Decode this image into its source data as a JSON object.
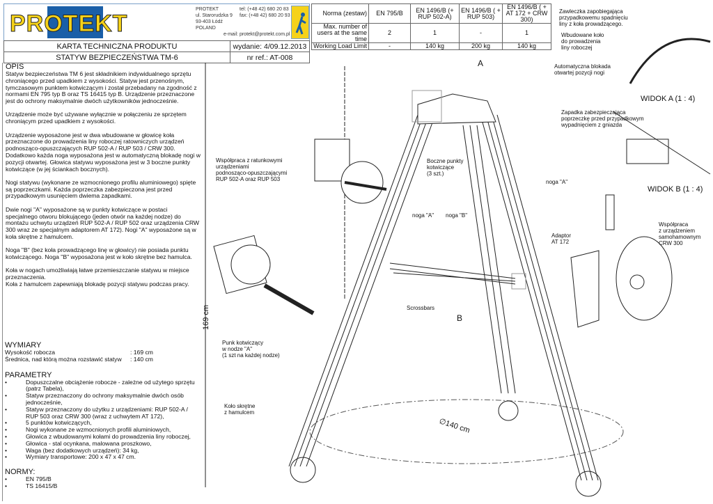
{
  "header": {
    "logo_text": "PROTEKT",
    "company": "PROTEKT",
    "street": "ul. Starorudzka 9",
    "city": "93-403 Łódź",
    "country": "POLAND",
    "tel": "tel: (+48 42) 680 20 83",
    "fax": "fax: (+48 42) 680 20 93",
    "email": "e-mail: protekt@protekt.com.pl"
  },
  "title_block": {
    "doc_type": "KARTA TECHNICZNA PRODUKTU",
    "edition": "wydanie: 4/09.12.2013",
    "product": "STATYW BEZPIECZEŃSTWA TM-6",
    "ref": "nr ref.: AT-008"
  },
  "table": {
    "header": [
      "Norma (zestaw)",
      "EN 795/B",
      "EN 1496/B (+ RUP 502-A)",
      "EN 1496/B ( + RUP 503)",
      "EN 1496/B ( + AT 172 + CRW 300)"
    ],
    "rows": [
      [
        "Max. number of users at the same time",
        "2",
        "1",
        "-",
        "1"
      ],
      [
        "Working Load Limit",
        "-",
        "140 kg",
        "200 kg",
        "140 kg"
      ]
    ]
  },
  "opis": {
    "heading": "OPIS",
    "paragraphs": [
      "Statyw bezpieczeństwa TM 6 jest składnikiem indywidualnego sprzętu chroniącego przed upadkiem z wysokości. Statyw jest przenośnym, tymczasowym punktem kotwiczącym i został przebadany na zgodność z normami EN 795 typ B oraz TS 16415 typ B. Urządzenie przeznaczone jest do ochrony maksymalnie dwóch użytkowników jednocześnie.",
      "Urządzenie może być używane wyłącznie w połączeniu ze sprzętem chroniącym przed upadkiem z wysokości.",
      "Urządzenie wyposażone jest w dwa wbudowane w głowicę koła przeznaczone do prowadzenia liny roboczej ratowniczych urządzeń podnosząco-opuszczających RUP 502-A / RUP 503 / CRW 300. Dodatkowo każda noga wyposażona jest w automatyczną blokadę nogi w pozycji otwartej. Głowica statywu wyposażona jest w 3 boczne punkty kotwiczące (w jej ściankach bocznych).",
      "Nogi statywu (wykonane ze wzmocnionego profilu aluminiowego) spięte są poprzeczkami. Każda poprzeczka zabezpieczona jest przed przypadkowym usunięciem dwiema zapadkami.",
      "Dwie nogi \"A\" wyposażone są w punkty kotwiczące w postaci specjalnego otworu blokującego (jeden otwór na każdej nodze) do montażu uchwytu urządzeń RUP 502-A / RUP 502 oraz urządzenia CRW 300 wraz ze specjalnym adaptorem AT 172). Nogi \"A\" wyposażone są w koła skrętne z hamulcem.",
      "Noga \"B\" (bez koła prowadzącego linę w głowicy) nie posiada punktu kotwiczącego. Noga \"B\" wyposażona jest w koło skrętne bez hamulca.",
      "Koła w nogach umożliwiają łatwe przemieszczanie statywu w miejsce przeznaczenia.\nKoła z hamulcem zapewniają blokadę pozycji statywu podczas pracy."
    ]
  },
  "wymiary": {
    "heading": "WYMIARY",
    "rows": [
      [
        "Wysokość robocza",
        ": 169 cm"
      ],
      [
        "Średnica, nad którą można rozstawić statyw",
        ": 140 cm"
      ]
    ]
  },
  "parametry": {
    "heading": "PARAMETRY",
    "items": [
      "Dopuszczalne obciążenie robocze - zależne od użytego sprzętu (patrz Tabela),",
      "Statyw przeznaczony do ochrony maksymalnie dwóch osób jednocześnie,",
      "Statyw przeznaczony do użytku z urządzeniami: RUP 502-A / RUP 503 oraz CRW 300 (wraz z uchwytem AT 172),",
      "5 punktów kotwiczących,",
      "Nogi wykonane ze wzmocnionych profili aluminiowych,",
      "Głowica z wbudowanymi kołami do prowadzenia liny roboczej,",
      "Głowica - stal ocynkana, malowana proszkowo,",
      "Waga (bez dodatkowych urządzeń): 34 kg,",
      "Wymiary transportowe: 200 x 47 x 47 cm."
    ]
  },
  "normy": {
    "heading": "NORMY:",
    "items": [
      "EN 795/B",
      "TS 16415/B"
    ]
  },
  "drawing": {
    "label_a": "A",
    "label_b": "B",
    "height_dim": "169 cm",
    "diameter_dim": "∅140 cm",
    "cooperation_rup": "Współpraca z ratunkowymi\nurządzeniami\npodnosząco-opuszczającymi\nRUP 502-A oraz  RUP 503",
    "side_points": "Boczne punkty\nkotwiczące\n(3 szt.)",
    "leg_a": "noga \"A\"",
    "leg_b": "noga \"B\"",
    "leg_a_right": "noga \"A\"",
    "crossbars": "Scrossbars",
    "anchor_point": "Punk kotwiczący\nw nodze \"A\"\n(1 szt na każdej nodze)",
    "wheel": "Koło skrętne\nz hamulcem",
    "adaptor": "Adaptor\nAT 172",
    "cooperation_crw": "Współpraca\nz urządzeniem\nsamohamownym\nCRW 300",
    "pin": "Zawleczka zapobiegająca\nprzypadkowemu spadnięciu\nliny z koła prowadzącego.",
    "pulley": "Wbudowane koło\ndo prowadzenia\nliny roboczej",
    "leg_lock": "Automatyczna blokada\notwartej pozycji nogi",
    "view_a": "WIDOK A  (1 : 4)",
    "latch": "Zapadka zabezpieczająca\npoprzeczkę przed przypadkowym\nwypadnięciem z gniazda",
    "view_b": "WIDOK B  (1 : 4)"
  },
  "colors": {
    "logo_yellow": "#f5d21a",
    "logo_blue": "#1a5fa8"
  }
}
